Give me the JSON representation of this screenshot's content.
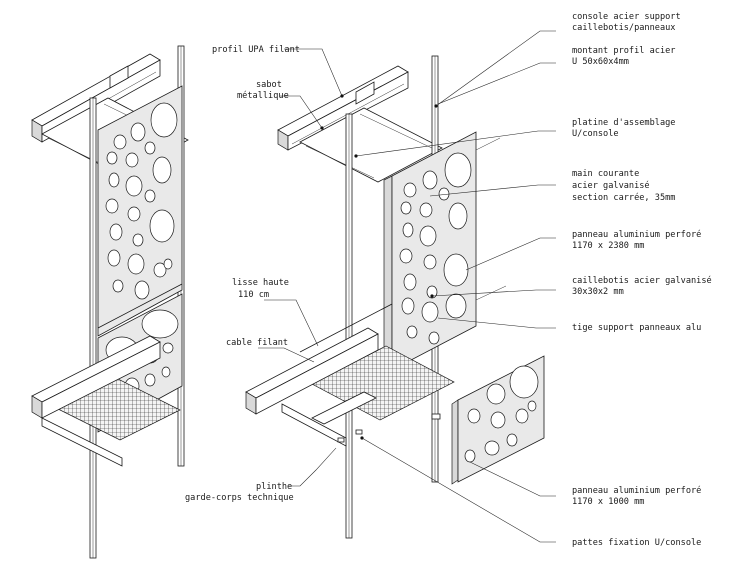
{
  "labels": {
    "profil_upa": "profil UPA filant",
    "sabot_1": "sabot",
    "sabot_2": "métallique",
    "lisse_1": "lisse haute",
    "lisse_2": "110 cm",
    "cable": "cable filant",
    "plinthe_1": "plinthe",
    "plinthe_2": "garde-corps technique",
    "console_1": "console acier support",
    "console_2": "caillebotis/panneaux",
    "montant_1": "montant profil acier",
    "montant_2": "U 50x60x4mm",
    "platine_1": "platine d'assemblage",
    "platine_2": "U/console",
    "main_1": "main courante",
    "main_2": "acier galvanisé",
    "main_3": "section carrée, 35mm",
    "panneau_a_1": "panneau aluminium perforé",
    "panneau_a_2": "1170 x 2380 mm",
    "caille_1": "caillebotis acier galvanisé",
    "caille_2": "30x30x2 mm",
    "tige": "tige support panneaux alu",
    "panneau_b_1": "panneau aluminium perforé",
    "panneau_b_2": "1170 x 1000 mm",
    "pattes": "pattes fixation U/console"
  },
  "icons": {
    "leader_dot": "leader-dot-icon"
  }
}
